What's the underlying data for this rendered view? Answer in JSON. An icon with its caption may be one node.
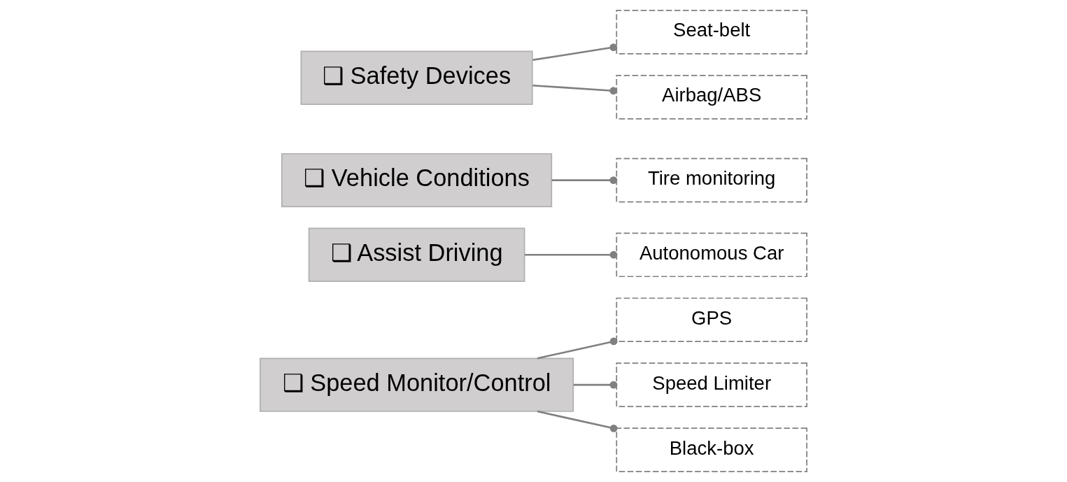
{
  "diagram": {
    "nodes": [
      {
        "text": [
          "❑ Speed Monitor/Control"
        ]
      },
      {
        "text": [
          "GPS"
        ]
      },
      {
        "text": [
          "Speed Limiter"
        ]
      },
      {
        "text": [
          "Black-box"
        ]
      },
      {
        "text": [
          "❑ Assist Driving"
        ]
      },
      {
        "text": [
          "Autonomous Car"
        ]
      },
      {
        "text": [
          "❑ Vehicle Conditions"
        ]
      },
      {
        "text": [
          "Tire monitoring"
        ]
      },
      {
        "text": [
          "❑ Safety Devices"
        ]
      },
      {
        "text": [
          "Seat-belt"
        ]
      },
      {
        "text": [
          "Airbag/ABS"
        ]
      }
    ],
    "edges": [
      {
        "from": 0,
        "to": 1,
        "arrow": "other"
      },
      {
        "from": 0,
        "to": 2,
        "arrow": "other"
      },
      {
        "from": 0,
        "to": 3,
        "arrow": "other"
      },
      {
        "from": 4,
        "to": 5,
        "arrow": "other"
      },
      {
        "from": 6,
        "to": 7,
        "arrow": "other"
      },
      {
        "from": 8,
        "to": 9,
        "arrow": "other"
      },
      {
        "from": 8,
        "to": 10,
        "arrow": "other"
      }
    ]
  }
}
